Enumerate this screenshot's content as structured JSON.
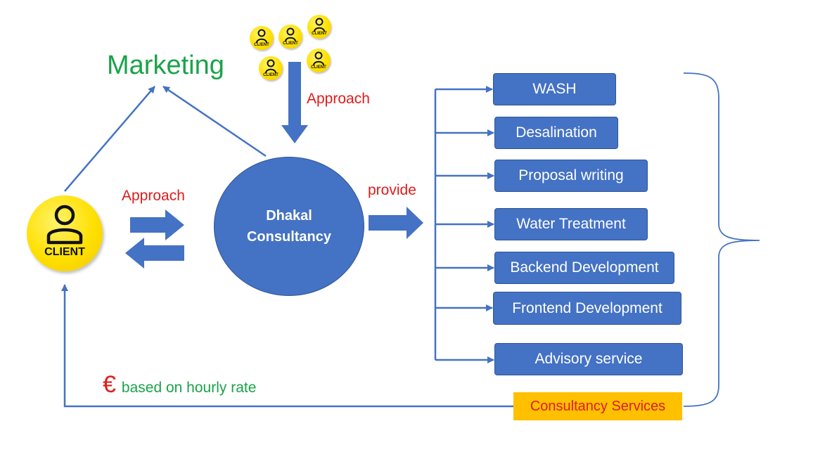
{
  "labels": {
    "marketing": "Marketing",
    "approach_top": "Approach",
    "approach_left": "Approach",
    "provide": "provide",
    "hub_line1": "Dhakal",
    "hub_line2": "Consultancy",
    "client_big": "CLIENT",
    "client_small": "CLIENT",
    "currency_symbol": "€",
    "fee_note": "based on hourly rate",
    "services_tag": "Consultancy Services"
  },
  "services": [
    "WASH",
    "Desalination",
    "Proposal writing",
    "Water Treatment",
    "Backend Development",
    "Frontend Development",
    "Advisory service"
  ],
  "colors": {
    "node_blue": "#4472c4",
    "line_blue": "#4472c4",
    "marketing_green": "#1aa34a",
    "label_red": "#e01b1b",
    "tag_orange": "#ffc000",
    "client_yellow": "#ffe000"
  },
  "icons": {
    "client": "client-person-icon"
  }
}
